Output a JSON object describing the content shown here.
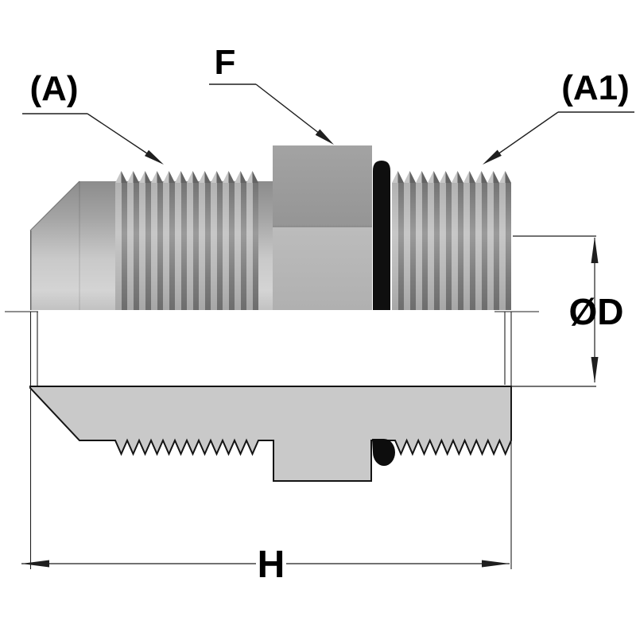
{
  "diagram": {
    "callouts": {
      "thread_left": "(A)",
      "wrench_flats": "F",
      "thread_right": "(A1)"
    },
    "dimensions": {
      "outer_diameter": "ØD",
      "overall_length": "H"
    },
    "colors": {
      "background": "#ffffff",
      "line": "#1a1a1a",
      "section_fill": "#c9c9c9",
      "o_ring_black": "#0e0e0e",
      "thread_stripe_dark": "#747474",
      "thread_stripe_light": "#b2b2b2",
      "thread_tip_light": "#c6c6c6",
      "thread_tip_dark": "#646464",
      "hex_face_top": "#9c9c9c",
      "hex_face_bottom": "#b5b5b5",
      "body_highlight": "#d4d4d4"
    }
  }
}
